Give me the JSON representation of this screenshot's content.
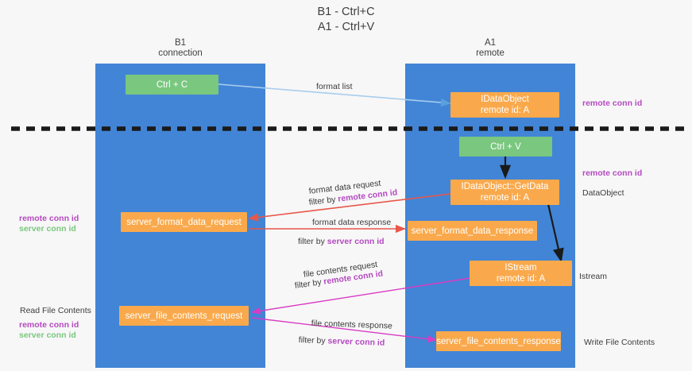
{
  "title": "B1 - Ctrl+C\nA1 - Ctrl+V",
  "columns": [
    {
      "id": "b1",
      "heading": "B1\nconnection"
    },
    {
      "id": "a1",
      "heading": "A1\nremote"
    }
  ],
  "nodes": [
    {
      "id": "ctrl-c",
      "label": "Ctrl + C",
      "color": "green",
      "lane": "b1"
    },
    {
      "id": "idataobject",
      "label": "IDataObject\nremote id: A",
      "color": "orange",
      "lane": "a1"
    },
    {
      "id": "ctrl-v",
      "label": "Ctrl + V",
      "color": "green",
      "lane": "a1"
    },
    {
      "id": "idataobject-getdata",
      "label": "IDataObject::GetData\nremote id: A",
      "color": "orange",
      "lane": "a1"
    },
    {
      "id": "server-format-data-request",
      "label": "server_format_data_request",
      "color": "orange",
      "lane": "b1"
    },
    {
      "id": "server-format-data-response",
      "label": "server_format_data_response",
      "color": "orange",
      "lane": "a1"
    },
    {
      "id": "istream",
      "label": "IStream\nremote id: A",
      "color": "orange",
      "lane": "a1"
    },
    {
      "id": "server-file-contents-request",
      "label": "server_file_contents_request",
      "color": "orange",
      "lane": "b1"
    },
    {
      "id": "server-file-contents-response",
      "label": "server_file_contents_response",
      "color": "orange",
      "lane": "a1"
    }
  ],
  "edge_labels": {
    "format_list": "format list",
    "format_data_request": "format data request",
    "format_data_request_filter_prefix": "filter by ",
    "format_data_request_filter_key": "remote conn id",
    "format_data_response": "format data response",
    "format_data_response_filter_prefix": "filter by ",
    "format_data_response_filter_key": "server conn id",
    "file_contents_request": "file contents request",
    "file_contents_request_filter_prefix": "filter by ",
    "file_contents_request_filter_key": "remote conn id",
    "file_contents_response": "file contents response",
    "file_contents_response_filter_prefix": "filter by ",
    "file_contents_response_filter_key": "server conn id"
  },
  "side_labels": {
    "right_remote_conn_id_top": "remote conn id",
    "right_remote_conn_id_mid": "remote conn id",
    "right_dataobject": "DataObject",
    "right_istream": "Istream",
    "right_write_file_contents": "Write File Contents",
    "left_remote_conn_id_1": "remote conn id",
    "left_server_conn_id_1": "server conn id",
    "left_read_file_contents": "Read File Contents",
    "left_remote_conn_id_2": "remote conn id",
    "left_server_conn_id_2": "server conn id"
  },
  "colors": {
    "lane": "#4285d6",
    "green_node": "#7ac77f",
    "orange_node": "#f9a94c",
    "purple_accent": "#b44ac0",
    "green_accent": "#7ac77f",
    "format_list_arrow": "#a8cdec",
    "format_data_arrow": "#e8574a",
    "file_contents_arrow": "#d93bc4",
    "control_arrow": "#1a1a1a",
    "divider": "#1a1a1a",
    "background": "#f7f7f7"
  }
}
